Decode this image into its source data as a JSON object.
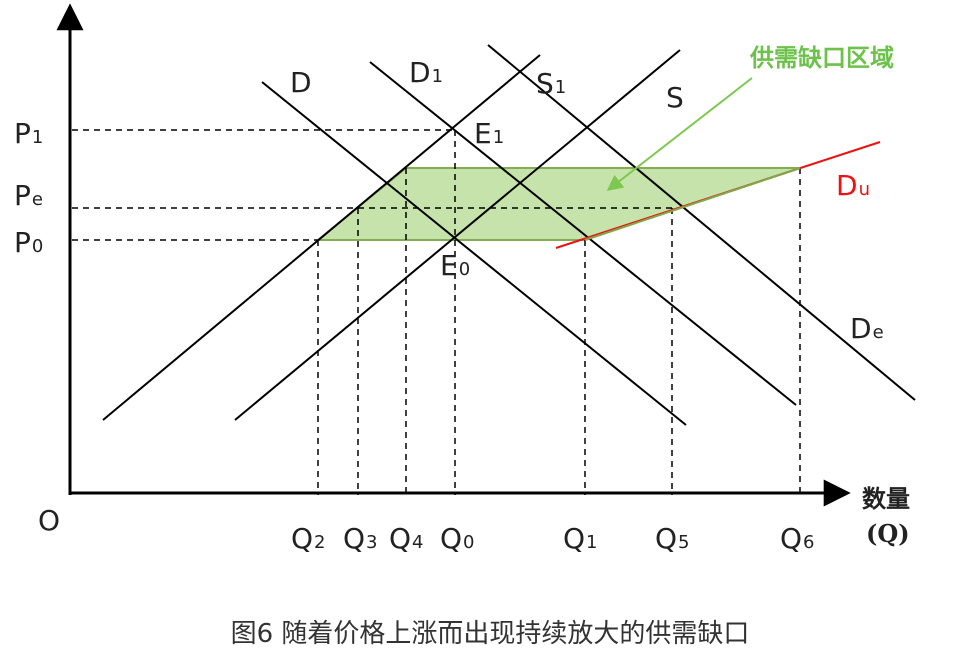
{
  "origin_label": "O",
  "x_axis": {
    "label_line1": "数量",
    "label_line2": "(Q)"
  },
  "price_labels": [
    {
      "id": "P1",
      "main": "P",
      "sub": "1"
    },
    {
      "id": "Pe",
      "main": "P",
      "sub": "e"
    },
    {
      "id": "P0",
      "main": "P",
      "sub": "0"
    }
  ],
  "quantity_labels": [
    {
      "id": "Q2",
      "main": "Q",
      "sub": "2"
    },
    {
      "id": "Q3",
      "main": "Q",
      "sub": "3"
    },
    {
      "id": "Q4",
      "main": "Q",
      "sub": "4"
    },
    {
      "id": "Q0",
      "main": "Q",
      "sub": "0"
    },
    {
      "id": "Q1",
      "main": "Q",
      "sub": "1"
    },
    {
      "id": "Q5",
      "main": "Q",
      "sub": "5"
    },
    {
      "id": "Q6",
      "main": "Q",
      "sub": "6"
    }
  ],
  "curve_labels": {
    "D": {
      "main": "D",
      "sub": ""
    },
    "D1": {
      "main": "D",
      "sub": "1"
    },
    "S1": {
      "main": "S",
      "sub": "1"
    },
    "S": {
      "main": "S",
      "sub": ""
    },
    "De": {
      "main": "D",
      "sub": "e"
    },
    "Du": {
      "main": "D",
      "sub": "u"
    }
  },
  "points": {
    "E1": {
      "main": "E",
      "sub": "1"
    },
    "E0": {
      "main": "E",
      "sub": "0"
    }
  },
  "annotation": "供需缺口区域",
  "caption": "图6   随着价格上涨而出现持续放大的供需缺口",
  "colors": {
    "axis": "#000000",
    "curve": "#000000",
    "gap_fill": "#bfe0a0",
    "gap_stroke": "#7ea94a",
    "annotation": "#6cc24a",
    "du_line": "#ee1111",
    "du_label": "#ee1111",
    "caption": "#333333"
  }
}
